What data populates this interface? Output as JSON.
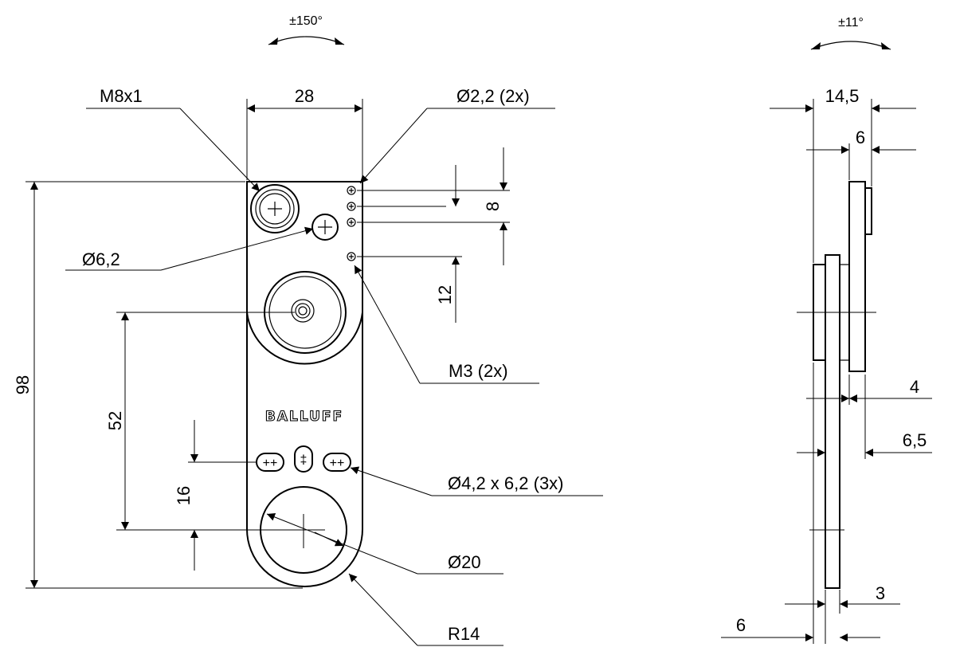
{
  "rotation": {
    "front": "±150°",
    "side": "±11°"
  },
  "front_view": {
    "width": "28",
    "height": "98",
    "connector": "M8x1",
    "pin_holes": "Ø2,2 (2x)",
    "screw_holes": "M3 (2x)",
    "center_hole": "Ø6,2",
    "pitch_upper": "8",
    "pitch_lower": "12",
    "axis_distance": "52",
    "slot_distance": "16",
    "slots": "Ø4,2 x 6,2 (3x)",
    "big_hole": "Ø20",
    "radius": "R14",
    "brand": "BALLUFF"
  },
  "side_view": {
    "total_thickness": "14,5",
    "top_offset": "6",
    "dim_4": "4",
    "dim_6_5": "6,5",
    "dim_3": "3",
    "bottom_6": "6"
  },
  "colors": {
    "line": "#000000",
    "background": "#ffffff"
  }
}
